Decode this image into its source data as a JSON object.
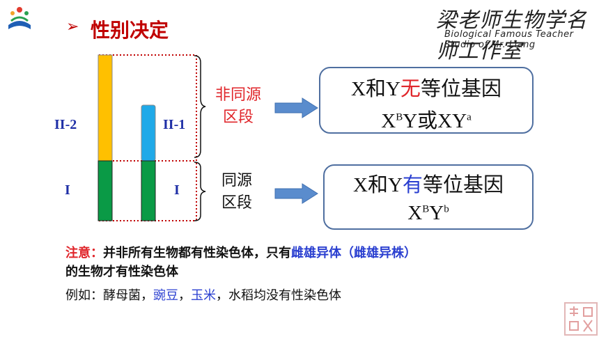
{
  "title": "性别决定",
  "title_marker": "➢",
  "brand": {
    "line1": "梁老师生物学名师工作室",
    "line2": "Biological Famous Teacher Studio of Mr. Liang"
  },
  "diagram": {
    "left_label_top": "II-2",
    "left_label_bottom": "I",
    "right_label_top": "II-1",
    "right_label_bottom": "I",
    "zone_top": [
      "非同源",
      "区段"
    ],
    "zone_bottom": [
      "同源",
      "区段"
    ],
    "colors": {
      "yellow": "#ffc000",
      "blue": "#1fa9e8",
      "green": "#0a9a46",
      "dotted": "#c00000",
      "arrow": "#5a8ccd"
    }
  },
  "box_top": {
    "line1_prefix": "X和Y",
    "line1_highlight": "无",
    "line1_suffix": "等位基因",
    "line2_a": "X",
    "line2_sup1": "B",
    "line2_b": "Y或XY",
    "line2_sup2": "a"
  },
  "box_bottom": {
    "line1_prefix": "X和Y",
    "line1_highlight": "有",
    "line1_suffix": "等位基因",
    "line2_a": "X",
    "line2_sup1": "B",
    "line2_b": "Y",
    "line2_sup2": "b"
  },
  "note": {
    "label": "注意：",
    "text1": "并非所有生物都有性染色体，只有",
    "highlight": "雌雄异体（雌雄异株）",
    "text2": "的生物才有性染色体"
  },
  "example": {
    "prefix": "例如：酵母菌，",
    "item1": "豌豆",
    "sep1": "，",
    "item2": "玉米",
    "suffix": "，水稻均没有性染色体"
  }
}
